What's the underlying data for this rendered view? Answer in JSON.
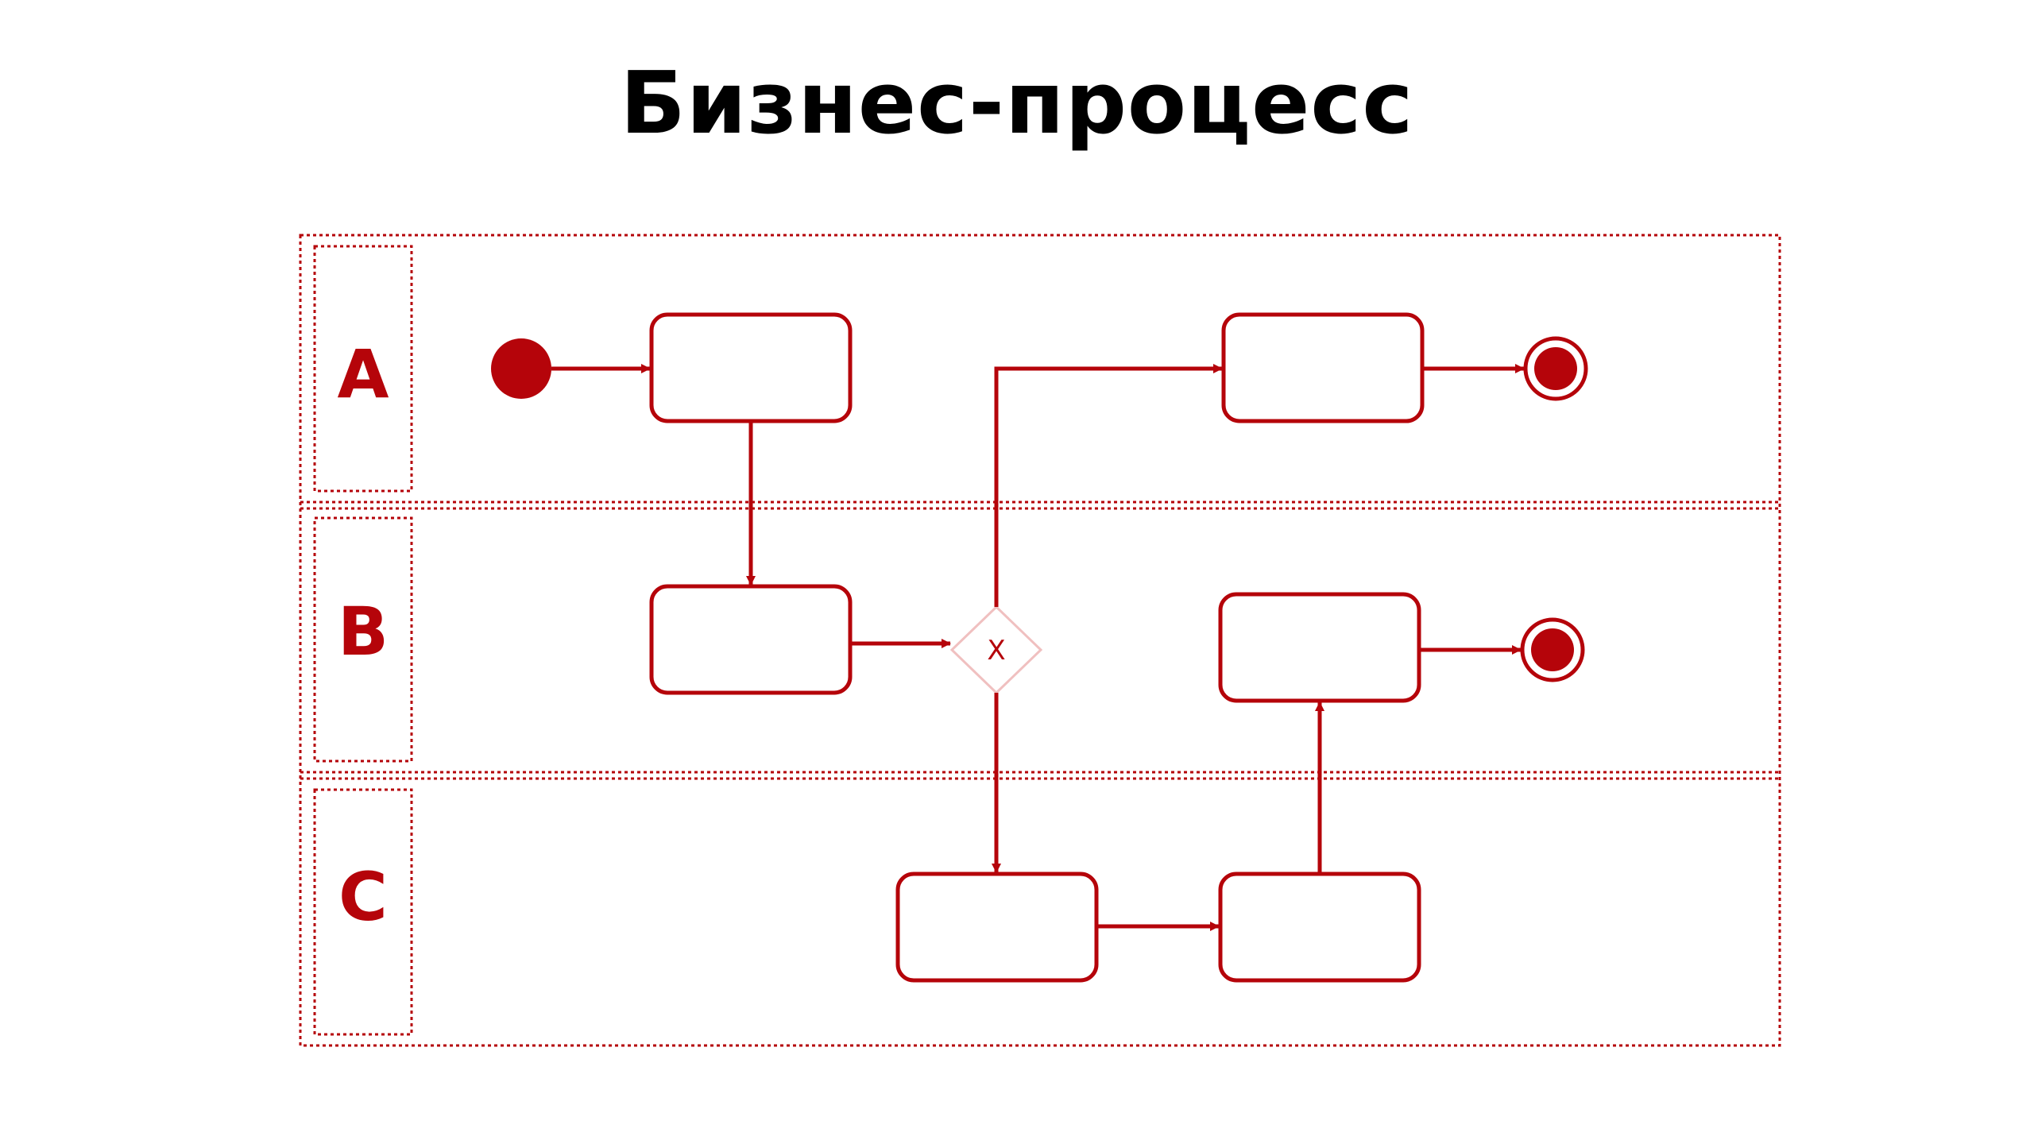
{
  "title": "Бизнес-процесс",
  "colors": {
    "accent": "#b5040a",
    "background": "#ffffff",
    "text": "#000000"
  },
  "lanes": [
    {
      "label": "A"
    },
    {
      "label": "B"
    },
    {
      "label": "C"
    }
  ],
  "gateway": {
    "label": "X"
  }
}
